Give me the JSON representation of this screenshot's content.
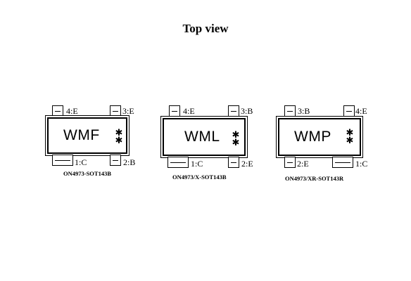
{
  "title": "Top view",
  "packages": [
    {
      "marking": "WMF",
      "stars": "*\n*",
      "pins": {
        "top_left": "4:E",
        "top_right": "3:E",
        "bottom_left": "1:C",
        "bottom_right": "2:B"
      },
      "name": "ON4973-SOT143B"
    },
    {
      "marking": "WML",
      "stars": "*\n*",
      "pins": {
        "top_left": "4:E",
        "top_right": "3:B",
        "bottom_left": "1:C",
        "bottom_right": "2:E"
      },
      "name": "ON4973/X-SOT143B"
    },
    {
      "marking": "WMP",
      "stars": "*\n*",
      "pins": {
        "top_left": "3:B",
        "top_right": "4:E",
        "bottom_left": "2:E",
        "bottom_right": "1:C"
      },
      "name": "ON4973/XR-SOT143R"
    }
  ]
}
